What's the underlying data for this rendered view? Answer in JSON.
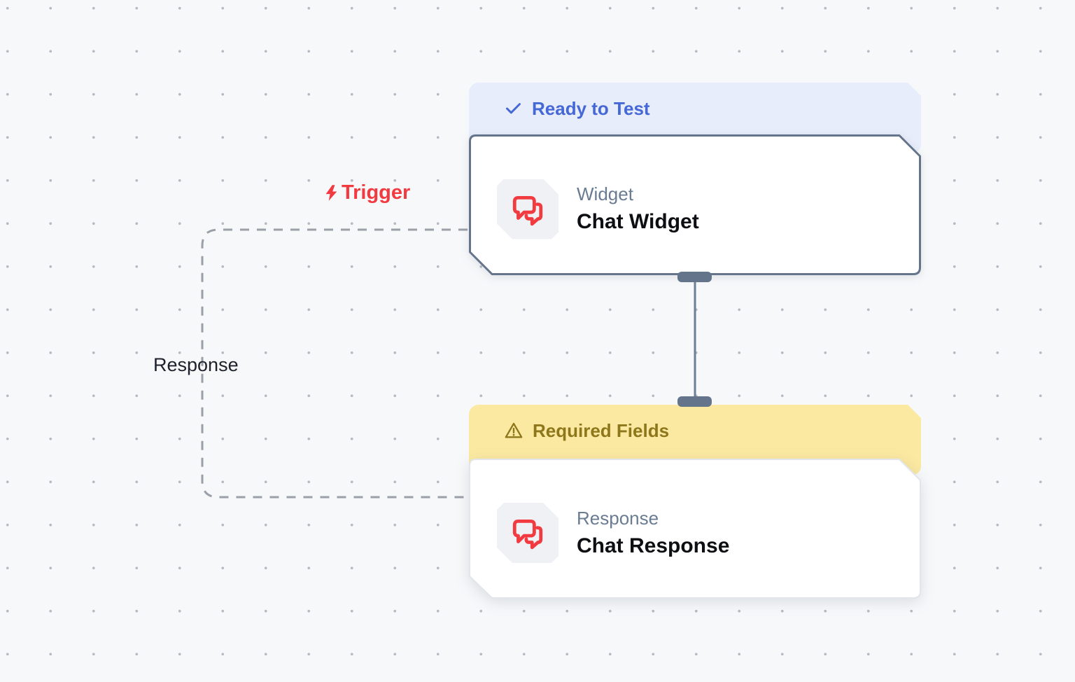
{
  "canvas": {
    "background": "#f7f8fa",
    "dot_color": "#b6bac2"
  },
  "edge": {
    "trigger_label": "Trigger",
    "response_label": "Response"
  },
  "nodes": [
    {
      "status_badge": "Ready to Test",
      "status_type": "success",
      "type_label": "Widget",
      "title": "Chat Widget"
    },
    {
      "status_badge": "Required Fields",
      "status_type": "warning",
      "type_label": "Response",
      "title": "Chat Response"
    }
  ],
  "icons": {
    "node_icon": "chat-bubbles-icon",
    "ready_badge_icon": "check-icon",
    "required_badge_icon": "warning-triangle-icon",
    "trigger_icon": "lightning-bolt-icon"
  },
  "palette": {
    "ready_banner_bg": "#e8edfb",
    "ready_banner_text": "#4568d6",
    "required_banner_bg": "#fbe9a1",
    "required_banner_text": "#8e771b",
    "node1_border": "#64748b",
    "node2_border": "#e2e5ea",
    "node_icon_red": "#f23b40",
    "trigger_red": "#f23b40",
    "dashed_edge_gray": "#9aa0a8",
    "connector_slate": "#6b8096",
    "handle_slate": "#64748b"
  }
}
